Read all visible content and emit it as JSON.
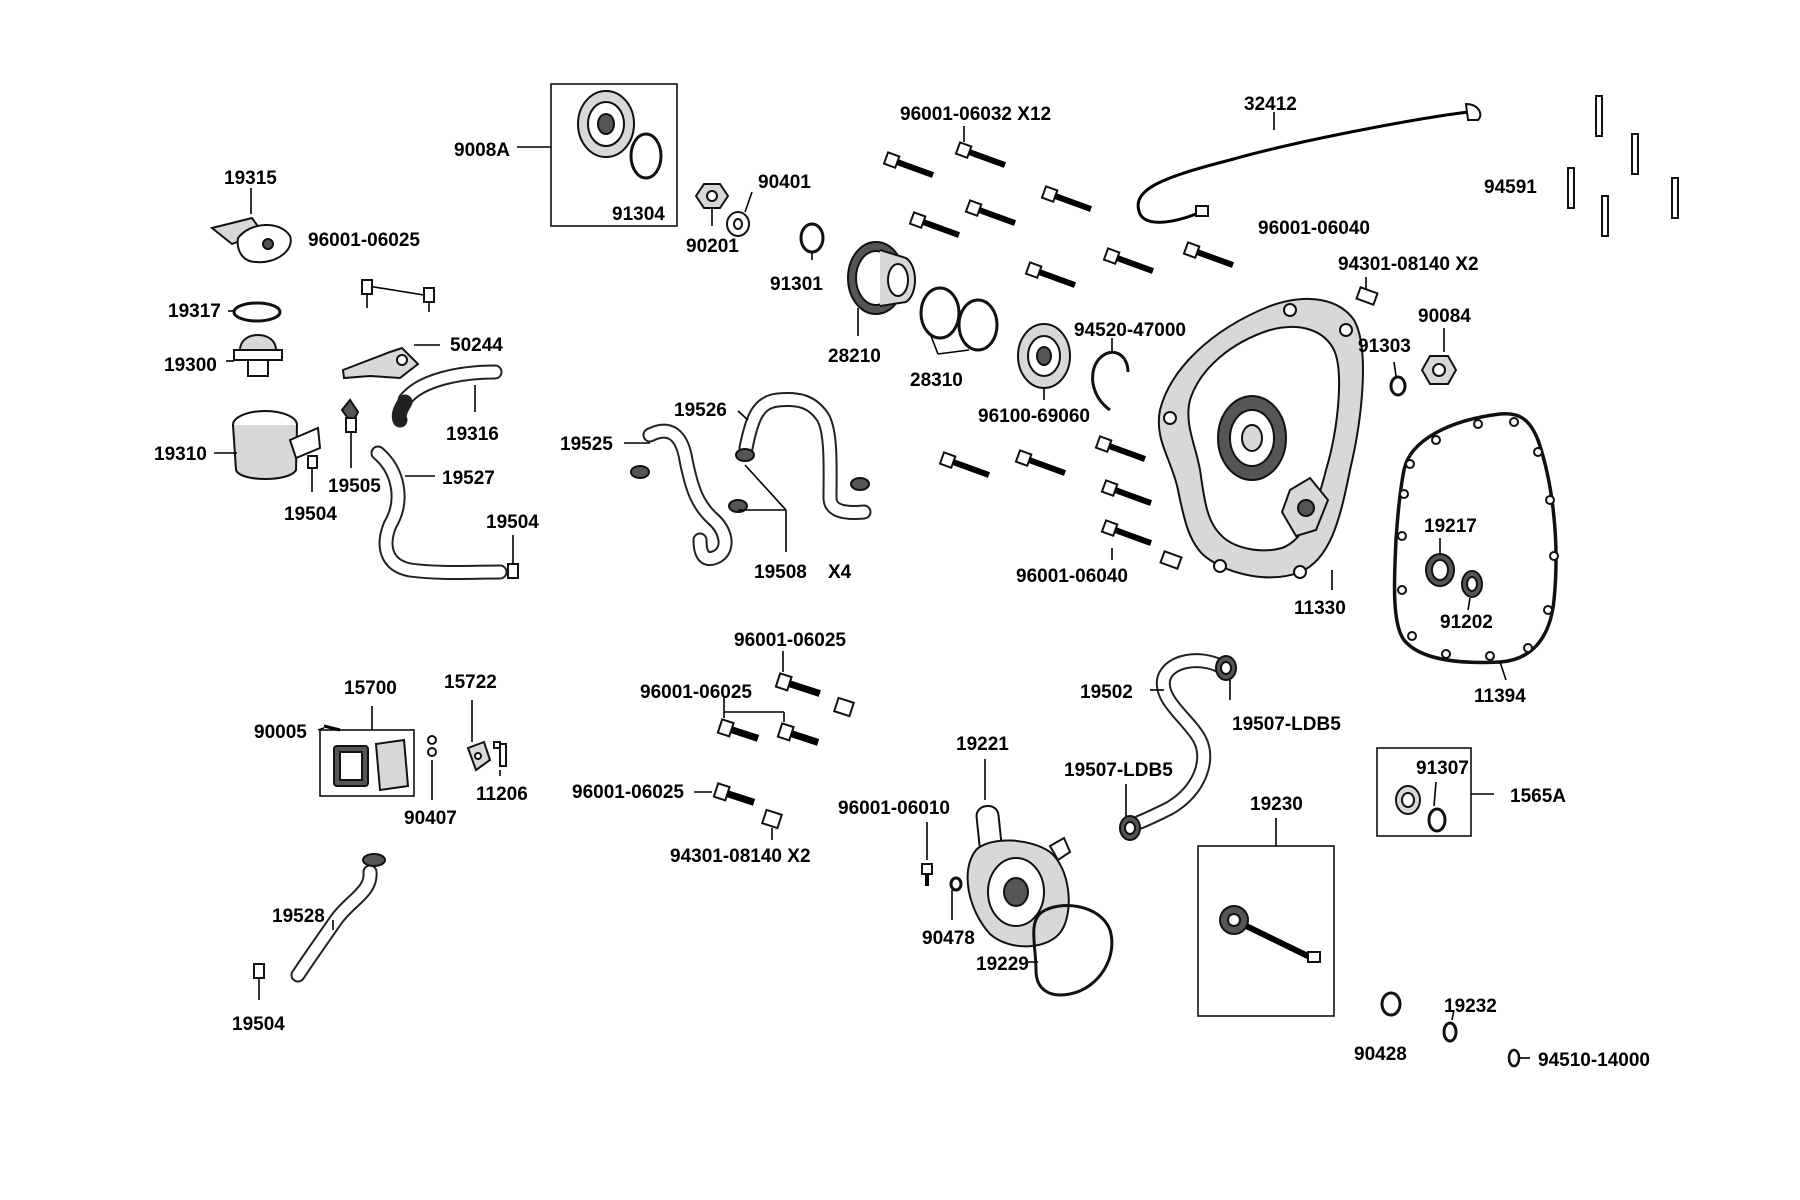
{
  "labels": [
    {
      "id": "lbl-9008a",
      "text": "9008A"
    },
    {
      "id": "lbl-91304",
      "text": "91304"
    },
    {
      "id": "lbl-19315",
      "text": "19315"
    },
    {
      "id": "lbl-96001-06025-a",
      "text": "96001-06025"
    },
    {
      "id": "lbl-19317",
      "text": "19317"
    },
    {
      "id": "lbl-50244",
      "text": "50244"
    },
    {
      "id": "lbl-19300",
      "text": "19300"
    },
    {
      "id": "lbl-19316",
      "text": "19316"
    },
    {
      "id": "lbl-19310",
      "text": "19310"
    },
    {
      "id": "lbl-19505",
      "text": "19505"
    },
    {
      "id": "lbl-19527",
      "text": "19527"
    },
    {
      "id": "lbl-19504-a",
      "text": "19504"
    },
    {
      "id": "lbl-19504-b",
      "text": "19504"
    },
    {
      "id": "lbl-90201",
      "text": "90201"
    },
    {
      "id": "lbl-90401",
      "text": "90401"
    },
    {
      "id": "lbl-91301",
      "text": "91301"
    },
    {
      "id": "lbl-28210",
      "text": "28210"
    },
    {
      "id": "lbl-28310",
      "text": "28310"
    },
    {
      "id": "lbl-19526",
      "text": "19526"
    },
    {
      "id": "lbl-19525",
      "text": "19525"
    },
    {
      "id": "lbl-19508",
      "text": "19508"
    },
    {
      "id": "lbl-x4",
      "text": "X4"
    },
    {
      "id": "lbl-96001-06032",
      "text": "96001-06032 X12"
    },
    {
      "id": "lbl-32412",
      "text": "32412"
    },
    {
      "id": "lbl-94591",
      "text": "94591"
    },
    {
      "id": "lbl-96001-06040-a",
      "text": "96001-06040"
    },
    {
      "id": "lbl-94301-08140-a",
      "text": "94301-08140 X2"
    },
    {
      "id": "lbl-94520-47000",
      "text": "94520-47000"
    },
    {
      "id": "lbl-90084",
      "text": "90084"
    },
    {
      "id": "lbl-91303",
      "text": "91303"
    },
    {
      "id": "lbl-96100-69060",
      "text": "96100-69060"
    },
    {
      "id": "lbl-19217",
      "text": "19217"
    },
    {
      "id": "lbl-96001-06040-b",
      "text": "96001-06040"
    },
    {
      "id": "lbl-11330",
      "text": "11330"
    },
    {
      "id": "lbl-91202",
      "text": "91202"
    },
    {
      "id": "lbl-11394",
      "text": "11394"
    },
    {
      "id": "lbl-15700",
      "text": "15700"
    },
    {
      "id": "lbl-15722",
      "text": "15722"
    },
    {
      "id": "lbl-90005",
      "text": "90005"
    },
    {
      "id": "lbl-90407",
      "text": "90407"
    },
    {
      "id": "lbl-11206",
      "text": "11206"
    },
    {
      "id": "lbl-96001-06025-b",
      "text": "96001-06025"
    },
    {
      "id": "lbl-96001-06025-c",
      "text": "96001-06025"
    },
    {
      "id": "lbl-96001-06025-d",
      "text": "96001-06025"
    },
    {
      "id": "lbl-94301-08140-b",
      "text": "94301-08140 X2"
    },
    {
      "id": "lbl-19221",
      "text": "19221"
    },
    {
      "id": "lbl-96001-06010",
      "text": "96001-06010"
    },
    {
      "id": "lbl-90478",
      "text": "90478"
    },
    {
      "id": "lbl-19229",
      "text": "19229"
    },
    {
      "id": "lbl-19502",
      "text": "19502"
    },
    {
      "id": "lbl-19507-ldb5-a",
      "text": "19507-LDB5"
    },
    {
      "id": "lbl-19507-ldb5-b",
      "text": "19507-LDB5"
    },
    {
      "id": "lbl-19230",
      "text": "19230"
    },
    {
      "id": "lbl-91307",
      "text": "91307"
    },
    {
      "id": "lbl-1565a",
      "text": "1565A"
    },
    {
      "id": "lbl-19528",
      "text": "19528"
    },
    {
      "id": "lbl-19504-c",
      "text": "19504"
    },
    {
      "id": "lbl-90428",
      "text": "90428"
    },
    {
      "id": "lbl-19232",
      "text": "19232"
    },
    {
      "id": "lbl-94510-14000",
      "text": "94510-14000"
    }
  ]
}
